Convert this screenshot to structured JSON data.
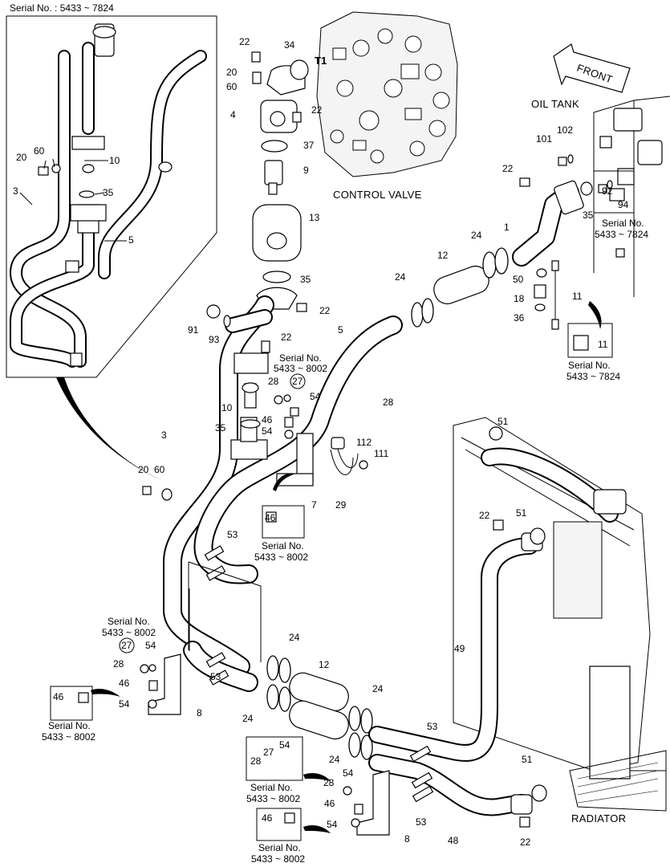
{
  "diagram": {
    "serial_top_left": "Serial No. : 5433 ~ 7824",
    "control_valve": "CONTROL VALVE",
    "oil_tank": "OIL TANK",
    "front": "FRONT",
    "radiator": "RADIATOR",
    "t1": "T1",
    "serial_5433_7824": "5433 ~ 7824",
    "serial_5433_8002": "5433 ~ 8002",
    "serial_no": "Serial No.",
    "parts": {
      "p1": "1",
      "p3": "3",
      "p4": "4",
      "p5": "5",
      "p7": "7",
      "p8": "8",
      "p9": "9",
      "p10": "10",
      "p11": "11",
      "p12": "12",
      "p13": "13",
      "p18": "18",
      "p20": "20",
      "p22": "22",
      "p24": "24",
      "p27": "27",
      "p28": "28",
      "p29": "29",
      "p34": "34",
      "p35": "35",
      "p36": "36",
      "p37": "37",
      "p46": "46",
      "p48": "48",
      "p49": "49",
      "p50": "50",
      "p51": "51",
      "p53": "53",
      "p54": "54",
      "p60": "60",
      "p91": "91",
      "p92": "92",
      "p93": "93",
      "p94": "94",
      "p101": "101",
      "p102": "102",
      "p111": "111",
      "p112": "112"
    }
  }
}
